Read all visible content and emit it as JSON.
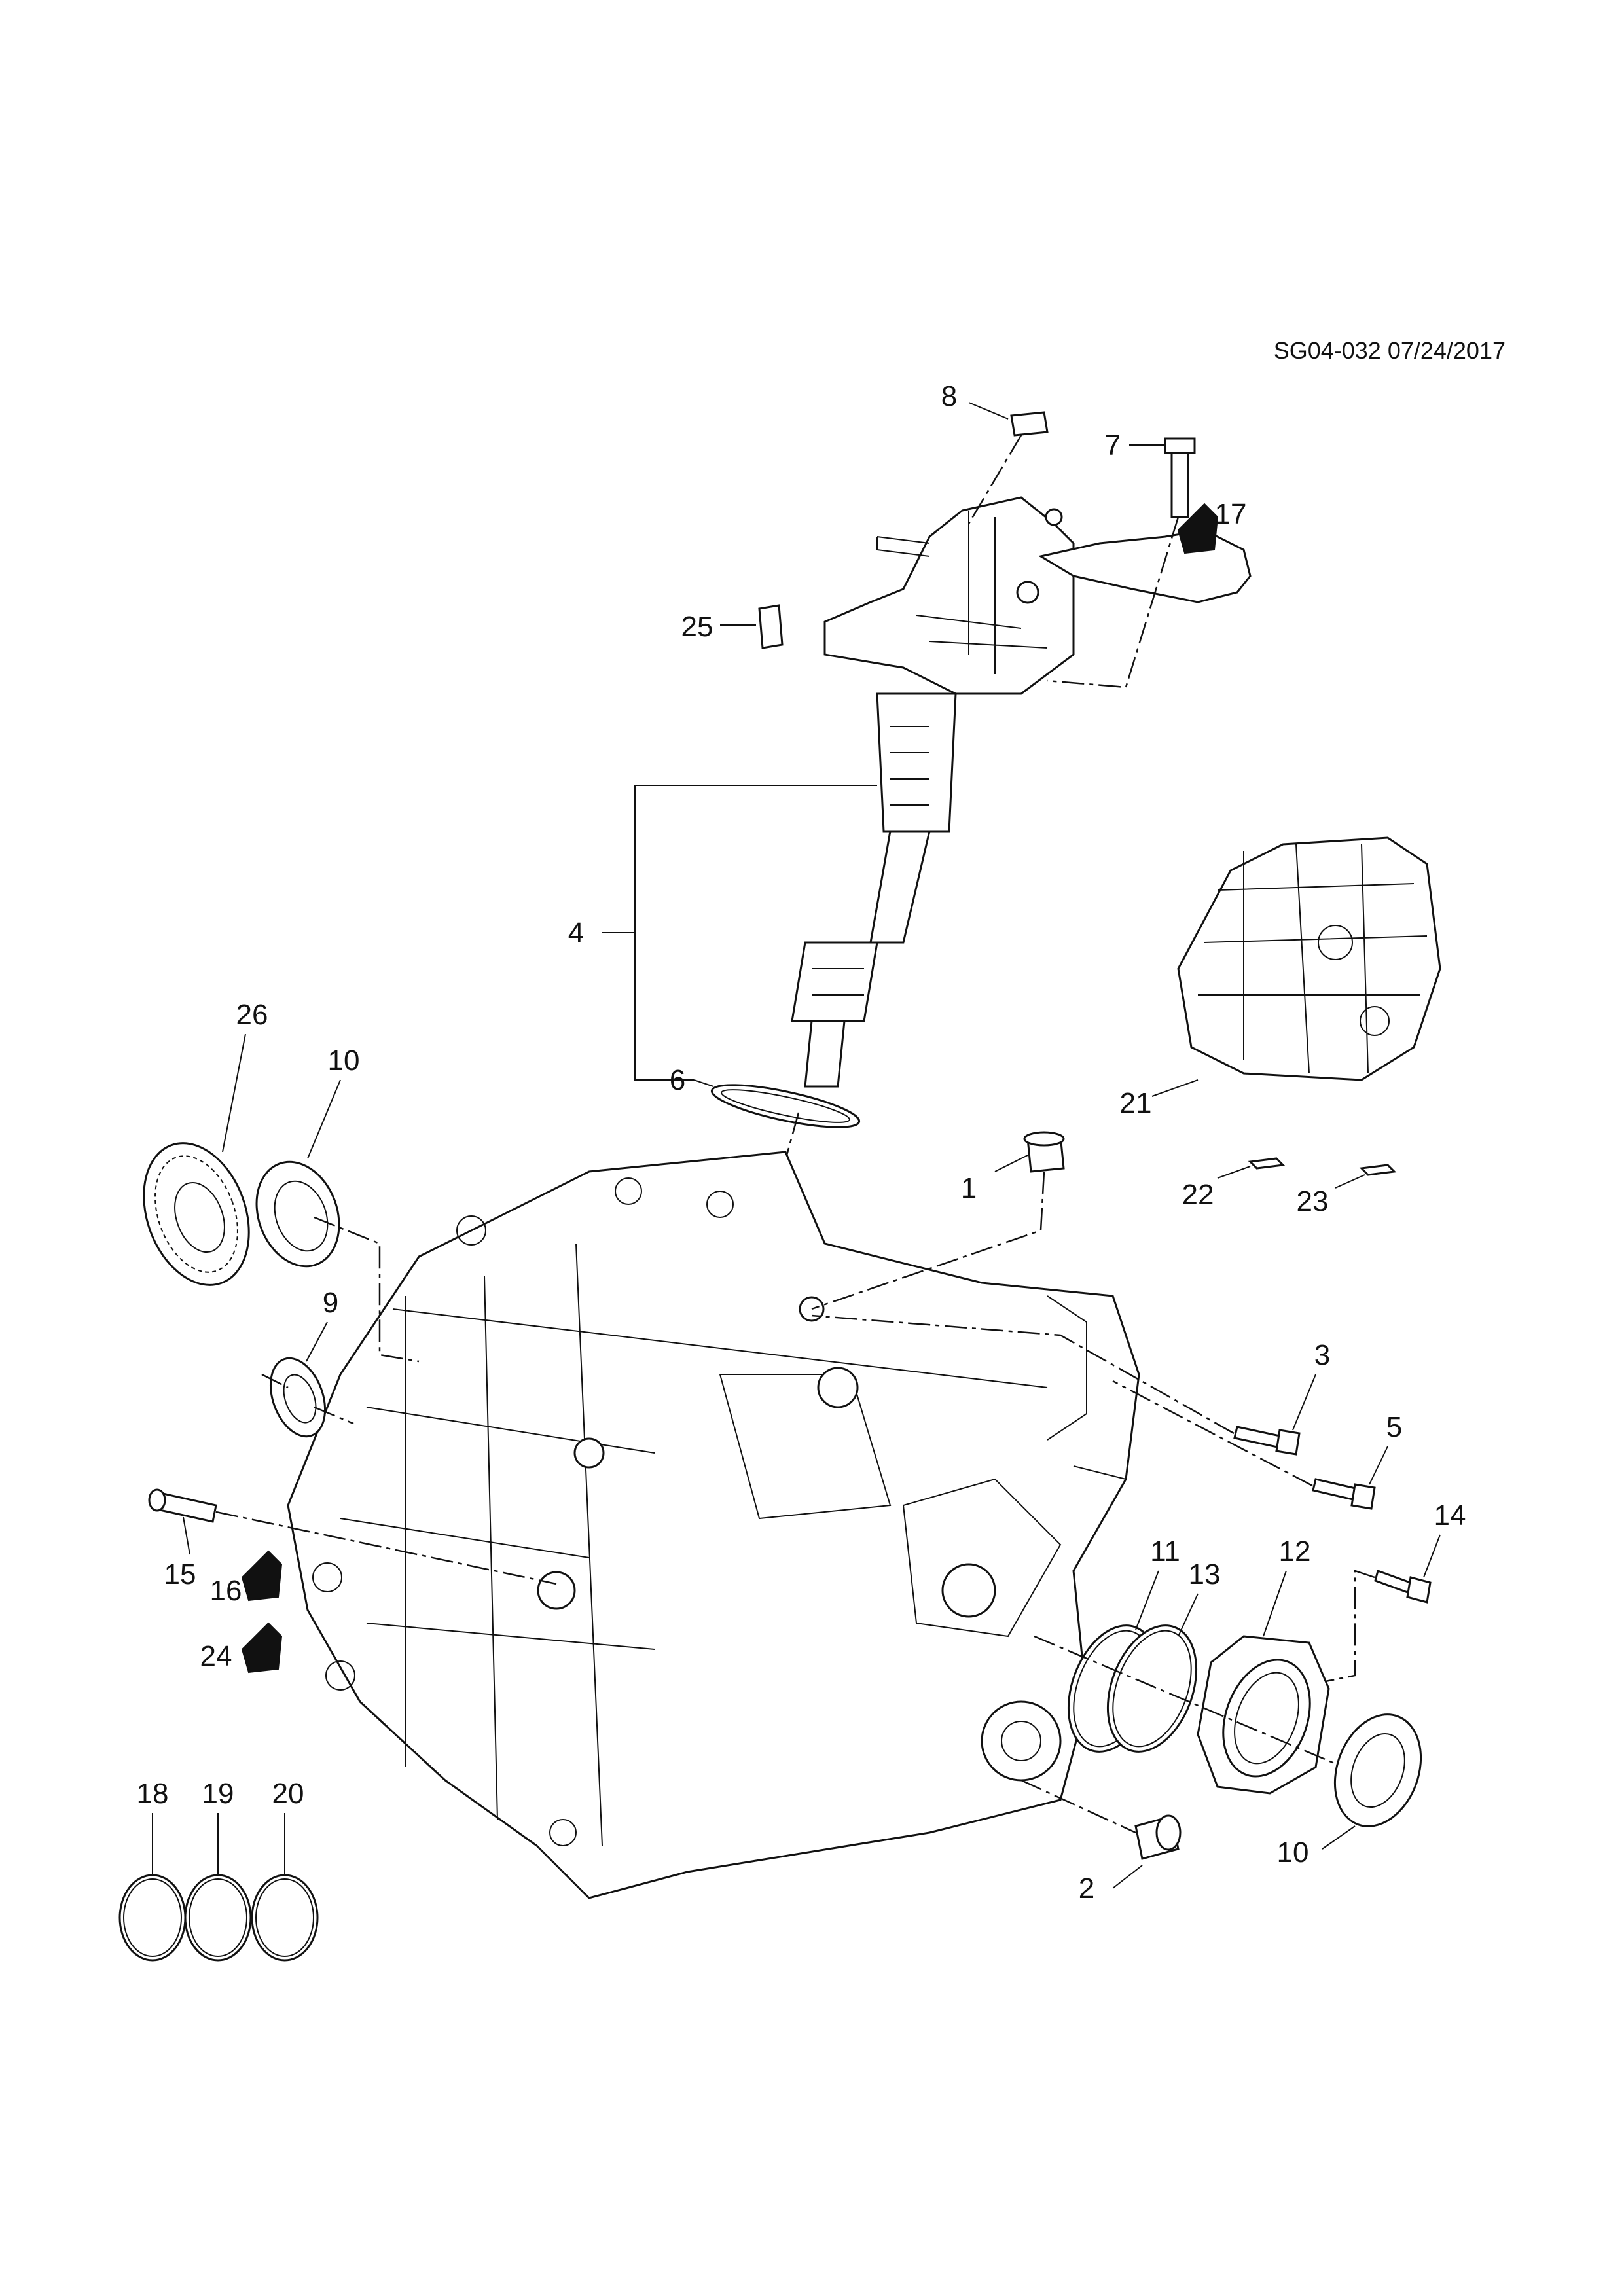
{
  "document": {
    "id_date": "SG04-032 07/24/2017"
  },
  "callouts": [
    {
      "key": "c1",
      "label": "1"
    },
    {
      "key": "c2",
      "label": "2"
    },
    {
      "key": "c3",
      "label": "3"
    },
    {
      "key": "c4",
      "label": "4"
    },
    {
      "key": "c5",
      "label": "5"
    },
    {
      "key": "c6",
      "label": "6"
    },
    {
      "key": "c7",
      "label": "7"
    },
    {
      "key": "c8",
      "label": "8"
    },
    {
      "key": "c9",
      "label": "9"
    },
    {
      "key": "c10a",
      "label": "10"
    },
    {
      "key": "c10b",
      "label": "10"
    },
    {
      "key": "c11",
      "label": "11"
    },
    {
      "key": "c12",
      "label": "12"
    },
    {
      "key": "c13",
      "label": "13"
    },
    {
      "key": "c14",
      "label": "14"
    },
    {
      "key": "c15",
      "label": "15"
    },
    {
      "key": "c16",
      "label": "16"
    },
    {
      "key": "c17",
      "label": "17"
    },
    {
      "key": "c18",
      "label": "18"
    },
    {
      "key": "c19",
      "label": "19"
    },
    {
      "key": "c20",
      "label": "20"
    },
    {
      "key": "c21",
      "label": "21"
    },
    {
      "key": "c22",
      "label": "22"
    },
    {
      "key": "c23",
      "label": "23"
    },
    {
      "key": "c24",
      "label": "24"
    },
    {
      "key": "c25",
      "label": "25"
    },
    {
      "key": "c26",
      "label": "26"
    }
  ]
}
